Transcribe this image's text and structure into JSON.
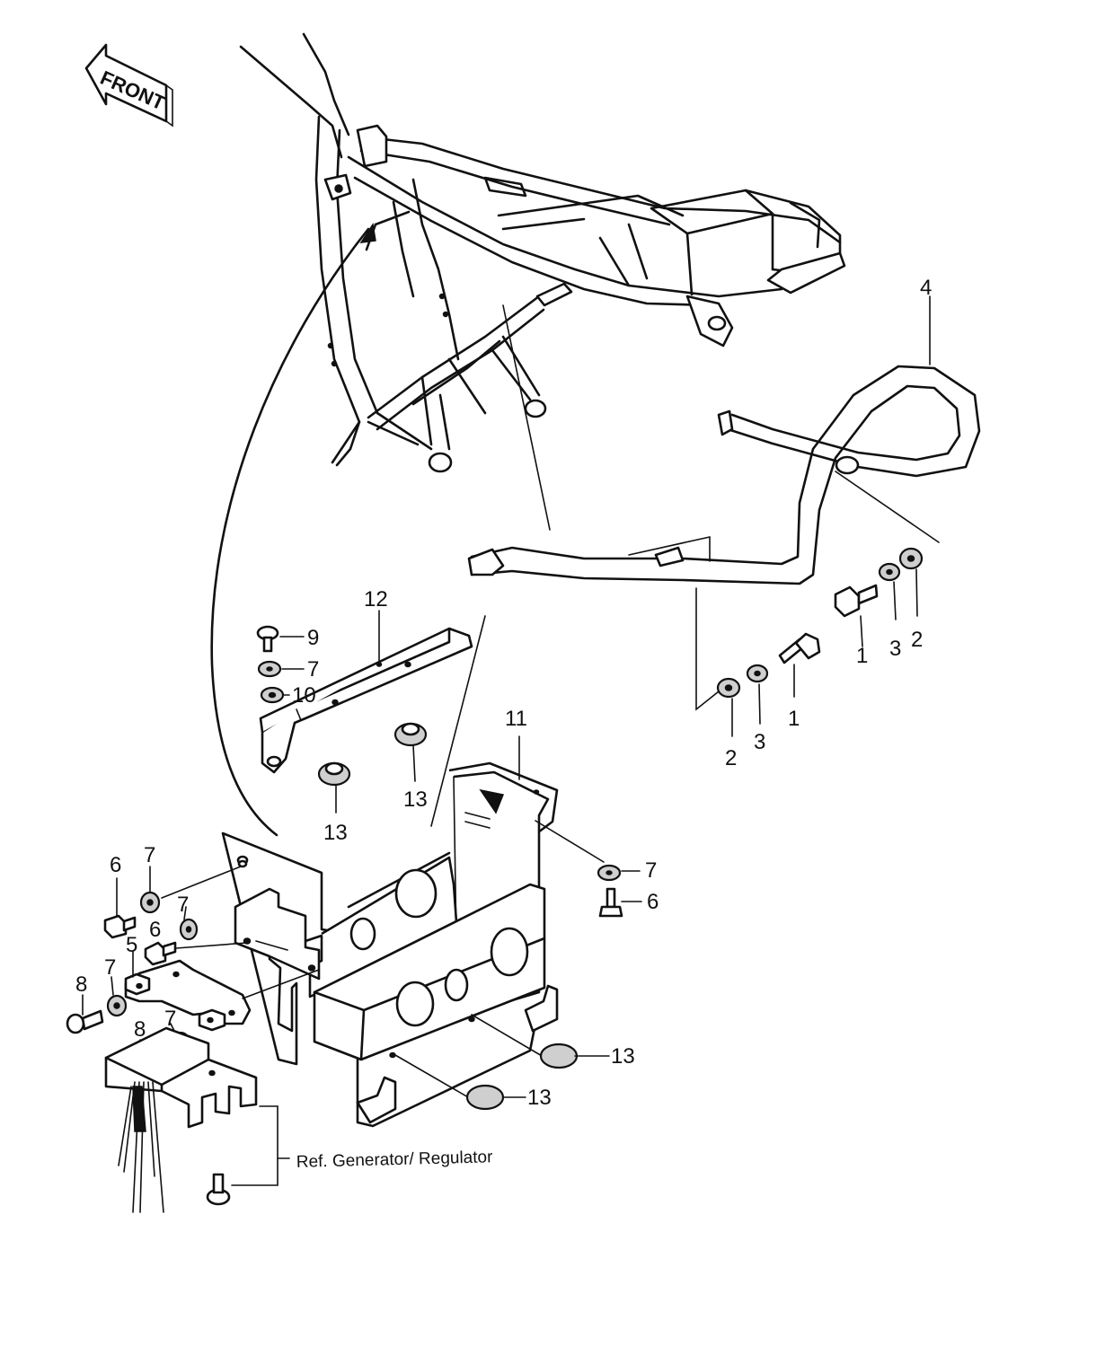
{
  "front_label": "FRONT",
  "ref_label": "Ref.  Generator/ Regulator",
  "callouts": {
    "c4": "4",
    "c1a": "1",
    "c3a": "3",
    "c2a": "2",
    "c2b": "2",
    "c3b": "3",
    "c1b": "1",
    "c12": "12",
    "c9": "9",
    "c7a": "7",
    "c10": "10",
    "c11": "11",
    "c13a": "13",
    "c13b": "13",
    "c7b": "7",
    "c6a": "6",
    "c6b": "6",
    "c7c": "7",
    "c7d": "7",
    "c6c": "6",
    "c5": "5",
    "c7e": "7",
    "c8a": "8",
    "c8b": "8",
    "c7f": "7",
    "c13c": "13",
    "c13d": "13"
  },
  "icons": {
    "front_arrow": "front-arrow-icon"
  }
}
